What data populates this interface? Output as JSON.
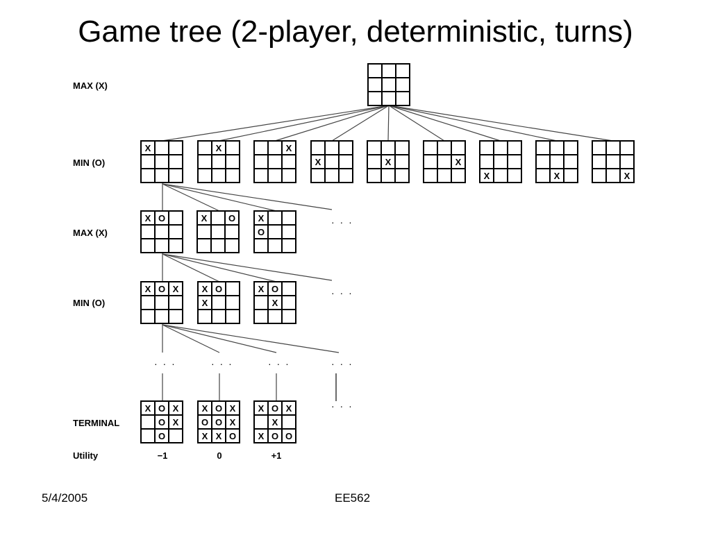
{
  "title": "Game tree (2-player, deterministic, turns)",
  "level_labels": {
    "root": "MAX (X)",
    "min1": "MIN (O)",
    "max2": "MAX (X)",
    "min3": "MIN (O)",
    "terminal": "TERMINAL",
    "utility": "Utility"
  },
  "boards": {
    "root": [
      "",
      "",
      "",
      "",
      "",
      "",
      "",
      "",
      ""
    ],
    "level1": [
      [
        "X",
        "",
        "",
        "",
        "",
        "",
        "",
        "",
        ""
      ],
      [
        "",
        "X",
        "",
        "",
        "",
        "",
        "",
        "",
        ""
      ],
      [
        "",
        "",
        "X",
        "",
        "",
        "",
        "",
        "",
        ""
      ],
      [
        "",
        "",
        "",
        "X",
        "",
        "",
        "",
        "",
        ""
      ],
      [
        "",
        "",
        "",
        "",
        "X",
        "",
        "",
        "",
        ""
      ],
      [
        "",
        "",
        "",
        "",
        "",
        "X",
        "",
        "",
        ""
      ],
      [
        "",
        "",
        "",
        "",
        "",
        "",
        "X",
        "",
        ""
      ],
      [
        "",
        "",
        "",
        "",
        "",
        "",
        "",
        "X",
        ""
      ],
      [
        "",
        "",
        "",
        "",
        "",
        "",
        "",
        "",
        "X"
      ]
    ],
    "level2": [
      [
        "X",
        "O",
        "",
        "",
        "",
        "",
        "",
        "",
        ""
      ],
      [
        "X",
        "",
        "O",
        "",
        "",
        "",
        "",
        "",
        ""
      ],
      [
        "X",
        "",
        "",
        "O",
        "",
        "",
        "",
        "",
        ""
      ]
    ],
    "level3": [
      [
        "X",
        "O",
        "X",
        "",
        "",
        "",
        "",
        "",
        ""
      ],
      [
        "X",
        "O",
        "",
        "X",
        "",
        "",
        "",
        "",
        ""
      ],
      [
        "X",
        "O",
        "",
        "",
        "X",
        "",
        "",
        "",
        ""
      ]
    ],
    "terminal": [
      [
        "X",
        "O",
        "X",
        "",
        "O",
        "X",
        "",
        "O",
        ""
      ],
      [
        "X",
        "O",
        "X",
        "O",
        "O",
        "X",
        "X",
        "X",
        "O"
      ],
      [
        "X",
        "O",
        "X",
        "",
        "X",
        "",
        "X",
        "O",
        "O"
      ]
    ]
  },
  "utilities": [
    "−1",
    "0",
    "+1"
  ],
  "ellipsis": "· · ·",
  "footer": {
    "date": "5/4/2005",
    "course": "EE562"
  }
}
